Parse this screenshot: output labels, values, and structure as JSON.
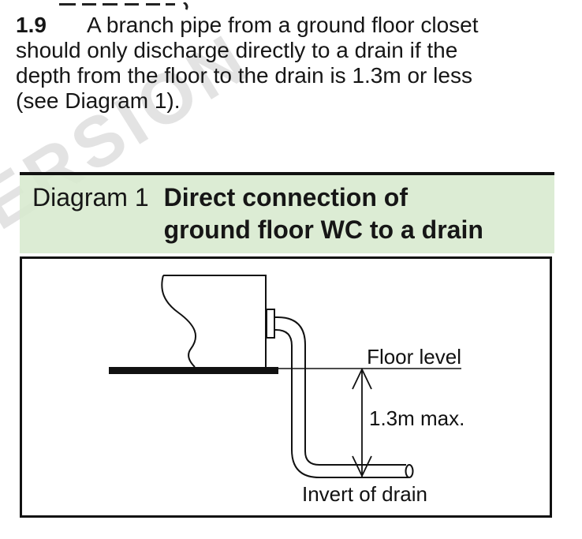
{
  "page": {
    "background": "#ffffff",
    "text_color": "#161616"
  },
  "watermark": {
    "text": "ERSION",
    "color": "#e3e3e3"
  },
  "paragraph": {
    "number": "1.9",
    "lines": [
      "A branch pipe from a ground floor closet",
      "should only discharge directly to a drain if the",
      "depth from the floor to the drain is 1.3m or less",
      "(see Diagram 1)."
    ]
  },
  "diagram_header": {
    "label": "Diagram 1",
    "title_line1": "Direct connection of",
    "title_line2": "ground floor WC to a drain",
    "background_color": "#dcecd4",
    "rule_color": "#111111"
  },
  "figure": {
    "labels": {
      "floor_level": "Floor level",
      "depth": "1.3m max.",
      "invert": "Invert of drain"
    },
    "line_color": "#111111"
  }
}
